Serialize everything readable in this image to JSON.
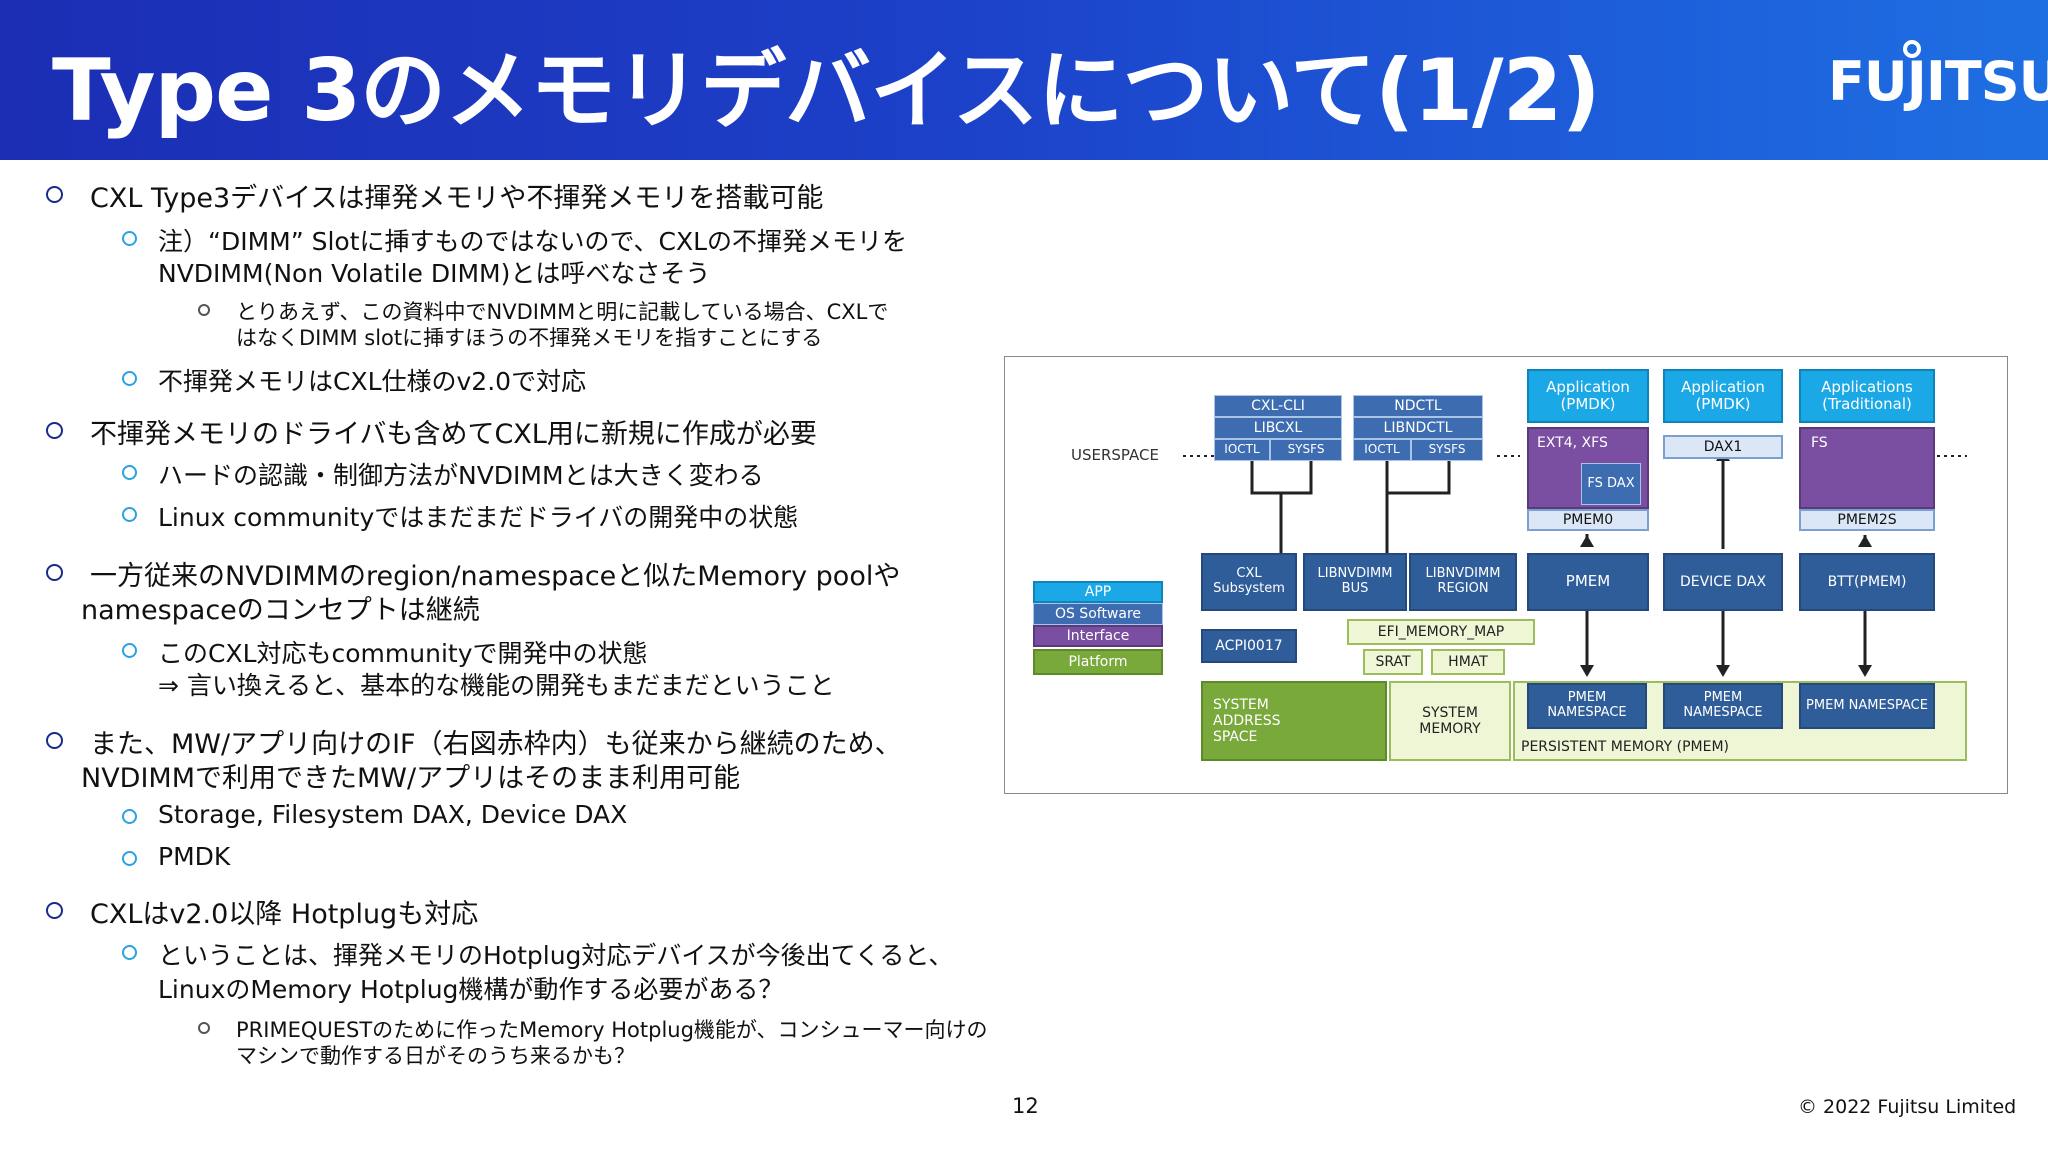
{
  "header": {
    "title": "Type 3のメモリデバイスについて(1/2)",
    "logo": "FUJITSU"
  },
  "bullets": [
    {
      "level": 1,
      "text": "CXL Type3デバイスは揮発メモリや不揮発メモリを搭載可能"
    },
    {
      "level": 2,
      "text": "注）“DIMM” Slotに挿すものではないので、CXLの不揮発メモリを"
    },
    {
      "level": 2,
      "text": "NVDIMM(Non Volatile DIMM)とは呼べなさそう",
      "cont": true
    },
    {
      "level": 3,
      "text": "とりあえず、この資料中でNVDIMMと明に記載している場合、CXLで"
    },
    {
      "level": 3,
      "text": "はなくDIMM slotに挿すほうの不揮発メモリを指すことにする",
      "cont": true
    },
    {
      "level": 2,
      "text": "不揮発メモリはCXL仕様のv2.0で対応"
    },
    {
      "level": 1,
      "text": "不揮発メモリのドライバも含めてCXL用に新規に作成が必要"
    },
    {
      "level": 2,
      "text": "ハードの認識・制御方法がNVDIMMとは大きく変わる"
    },
    {
      "level": 2,
      "text": "Linux communityではまだまだドライバの開発中の状態"
    },
    {
      "level": 1,
      "text": "一方従来のNVDIMMのregion/namespaceと似たMemory poolや"
    },
    {
      "level": 1,
      "text": "namespaceのコンセプトは継続",
      "cont": true
    },
    {
      "level": 2,
      "text": "このCXL対応もcommunityで開発中の状態"
    },
    {
      "level": 2,
      "text": "⇒ 言い換えると、基本的な機能の開発もまだまだということ",
      "cont": true
    },
    {
      "level": 1,
      "text": "また、MW/アプリ向けのIF（右図赤枠内）も従来から継続のため、"
    },
    {
      "level": 1,
      "text": "NVDIMMで利用できたMW/アプリはそのまま利用可能",
      "cont": true
    },
    {
      "level": 2,
      "text": "Storage, Filesystem DAX, Device DAX"
    },
    {
      "level": 2,
      "text": "PMDK"
    },
    {
      "level": 1,
      "text": "CXLはv2.0以降 Hotplugも対応"
    },
    {
      "level": 2,
      "text": "ということは、揮発メモリのHotplug対応デバイスが今後出てくると、"
    },
    {
      "level": 2,
      "text": "LinuxのMemory Hotplug機構が動作する必要がある？",
      "cont": true
    },
    {
      "level": 3,
      "text": "PRIMEQUESTのために作ったMemory Hotplug機能が、コンシューマー向けの"
    },
    {
      "level": 3,
      "text": "マシンで動作する日がそのうち来るかも？",
      "cont": true
    }
  ],
  "diagram": {
    "userspace": "USERSPACE",
    "cxl_cli": "CXL-CLI",
    "libcxl": "LIBCXL",
    "ioctl": "IOCTL",
    "sysfs": "SYSFS",
    "ndctl": "NDCTL",
    "libndctl": "LIBNDCTL",
    "app1": "Application (PMDK)",
    "app2": "Application (PMDK)",
    "app3": "Applications (Traditional)",
    "ext4": "EXT4, XFS",
    "fsdax": "FS DAX",
    "pmem0": "PMEM0",
    "dax1": "DAX1",
    "fs": "FS",
    "pmem2s": "PMEM2S",
    "legend_app": "APP",
    "legend_os": "OS Software",
    "legend_if": "Interface",
    "legend_platform": "Platform",
    "cxl_subsystem": "CXL Subsystem",
    "libnvdimm_bus": "LIBNVDIMM BUS",
    "libnvdimm_region": "LIBNVDIMM REGION",
    "pmem": "PMEM",
    "device_dax": "DEVICE DAX",
    "btt": "BTT(PMEM)",
    "acpi": "ACPI0017",
    "efi": "EFI_MEMORY_MAP",
    "srat": "SRAT",
    "hmat": "HMAT",
    "sys_addr": "SYSTEM ADDRESS SPACE",
    "sys_mem": "SYSTEM MEMORY",
    "ns": "PMEM NAMESPACE",
    "persistent": "PERSISTENT MEMORY (PMEM)"
  },
  "footer": {
    "page": "12",
    "copyright": "© 2022 Fujitsu Limited"
  }
}
